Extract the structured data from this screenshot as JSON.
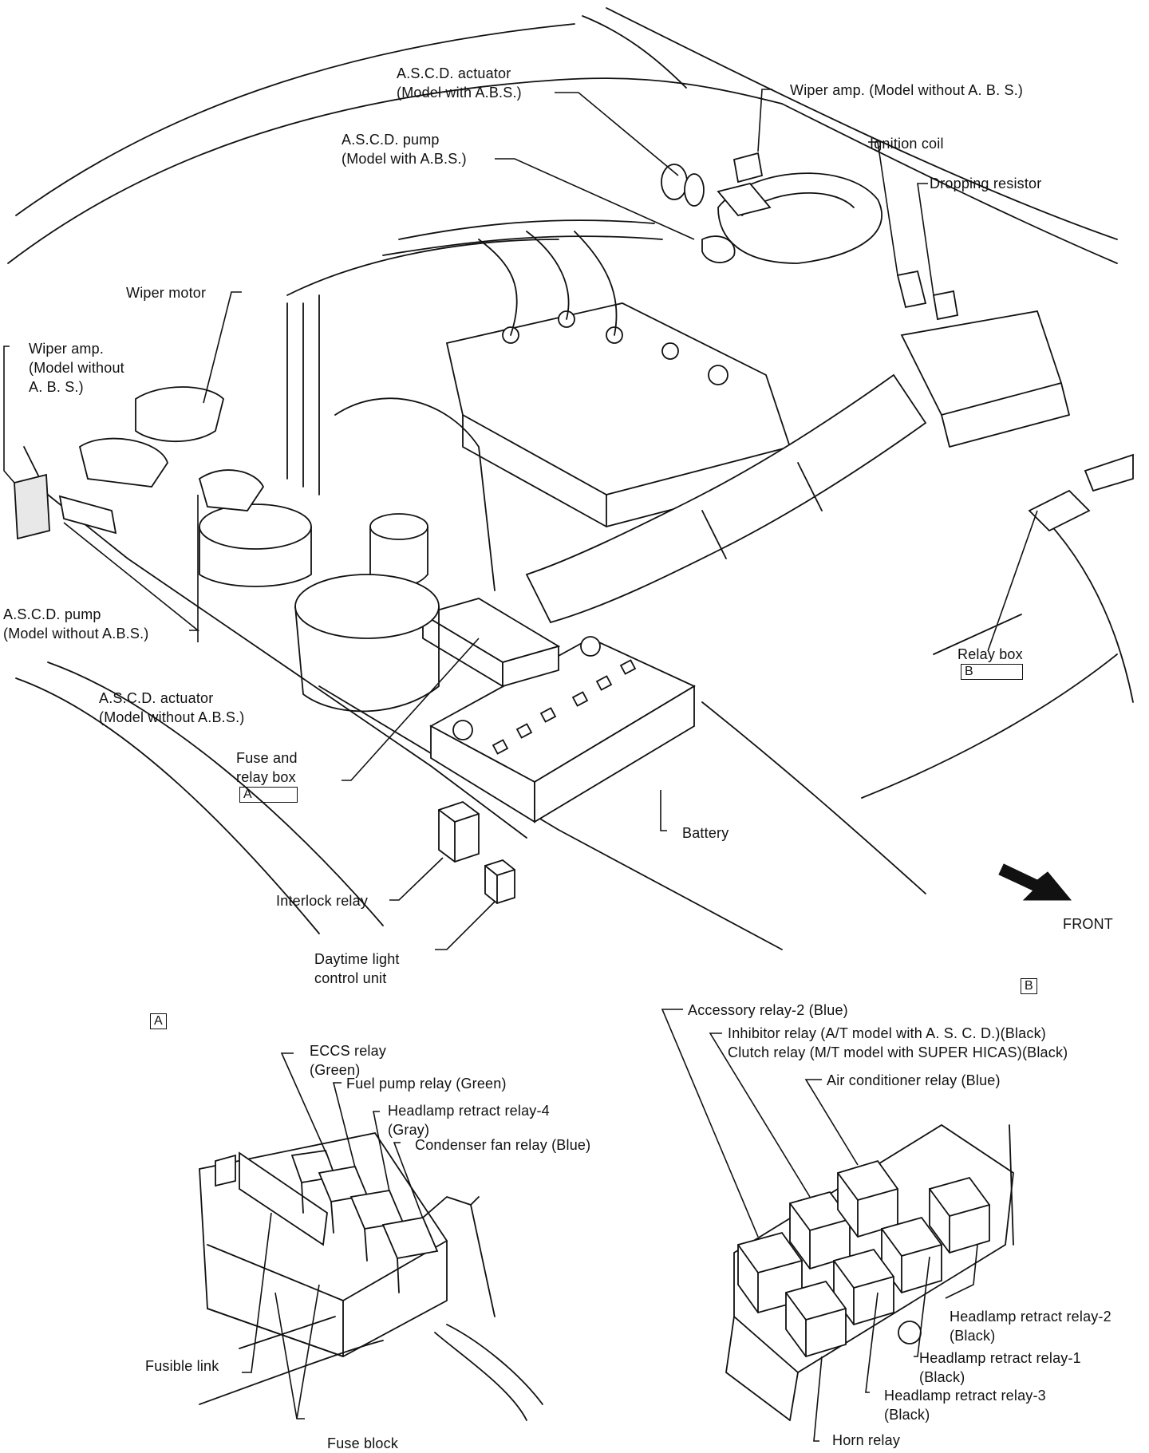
{
  "labels": {
    "ascd_actuator_abs_1": "A.S.C.D. actuator",
    "ascd_actuator_abs_2": "(Model with A.B.S.)",
    "wiper_amp_no_abs_top": "Wiper amp. (Model without A. B. S.)",
    "ascd_pump_abs_1": "A.S.C.D. pump",
    "ascd_pump_abs_2": "(Model with A.B.S.)",
    "ignition_coil": "Ignition coil",
    "dropping_resistor": "Dropping resistor",
    "wiper_motor": "Wiper motor",
    "wiper_amp_left_1": "Wiper amp.",
    "wiper_amp_left_2": "(Model without",
    "wiper_amp_left_3": "A. B. S.)",
    "ascd_pump_no_abs_1": "A.S.C.D. pump",
    "ascd_pump_no_abs_2": "(Model without A.B.S.)",
    "ascd_actuator_no_abs_1": "A.S.C.D. actuator",
    "ascd_actuator_no_abs_2": "(Model without A.B.S.)",
    "fuse_relay_box_1": "Fuse and",
    "fuse_relay_box_2": "relay box",
    "relay_box_b": "Relay box",
    "battery": "Battery",
    "interlock_relay": "Interlock relay",
    "daytime_light_1": "Daytime light",
    "daytime_light_2": "control unit",
    "front": "FRONT"
  },
  "box_markers": {
    "a": "A",
    "b": "B"
  },
  "detail_a": {
    "marker": "A",
    "eccs_relay_1": "ECCS relay",
    "eccs_relay_2": "(Green)",
    "fuel_pump_relay": "Fuel pump relay (Green)",
    "headlamp_retract_4_1": "Headlamp retract relay-4",
    "headlamp_retract_4_2": "(Gray)",
    "condenser_fan_relay": "Condenser fan relay (Blue)",
    "fusible_link": "Fusible link",
    "fuse_block": "Fuse block"
  },
  "detail_b": {
    "marker": "B",
    "accessory_relay_2": "Accessory relay-2 (Blue)",
    "inhibitor_relay": "Inhibitor relay (A/T model with A. S. C. D.)(Black)",
    "clutch_relay": "Clutch relay (M/T model with SUPER HICAS)(Black)",
    "air_conditioner_relay": "Air conditioner relay (Blue)",
    "headlamp_retract_2_1": "Headlamp retract relay-2",
    "headlamp_retract_2_2": "(Black)",
    "headlamp_retract_1_1": "Headlamp retract relay-1",
    "headlamp_retract_1_2": "(Black)",
    "headlamp_retract_3_1": "Headlamp retract relay-3",
    "headlamp_retract_3_2": "(Black)",
    "horn_relay": "Horn relay"
  }
}
